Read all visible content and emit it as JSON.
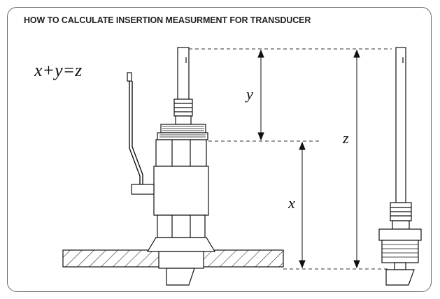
{
  "title": "HOW TO CALCULATE INSERTION MEASURMENT FOR TRANSDUCER",
  "formula": "x+y=z",
  "labels": {
    "x": "x",
    "y": "y",
    "z": "z"
  },
  "colors": {
    "line": "#111111",
    "frame": "#6a6a6a",
    "dash": "#333333"
  }
}
